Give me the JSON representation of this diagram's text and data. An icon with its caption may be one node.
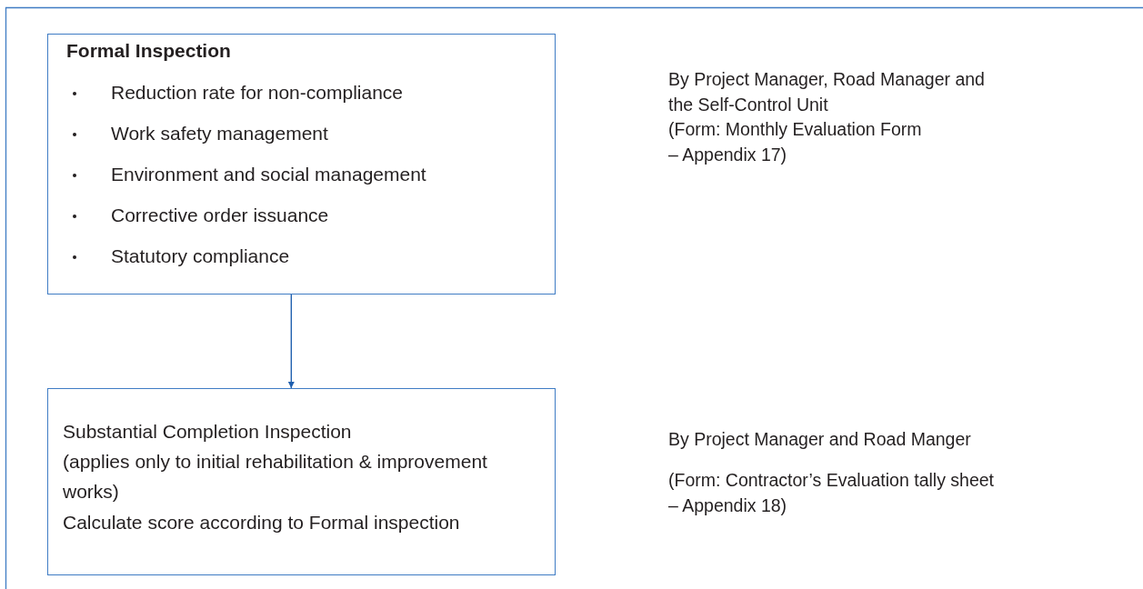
{
  "diagram": {
    "nodes": [
      {
        "text": [
          "Formal Inspection",
          "Reduction rate for non-compliance",
          "Work safety management",
          "Environment and social management",
          "Corrective order issuance",
          "Statutory compliance"
        ],
        "beside": [
          "By Project Manager, Road Manager and the Self-Control Unit",
          "(Form: Monthly Evaluation Form – Appendix 17)"
        ]
      },
      {
        "text": [
          "Substantial Completion Inspection",
          "(applies only to initial rehabilitation & improvement works)",
          "Calculate score according to Formal inspection"
        ],
        "beside": [
          "By Project Manager and Road Manger",
          "(Form: Contractor’s Evaluation tally sheet – Appendix 18)"
        ]
      }
    ],
    "edges": [
      {
        "from": 0,
        "to": 1,
        "arrow": "to"
      }
    ]
  }
}
